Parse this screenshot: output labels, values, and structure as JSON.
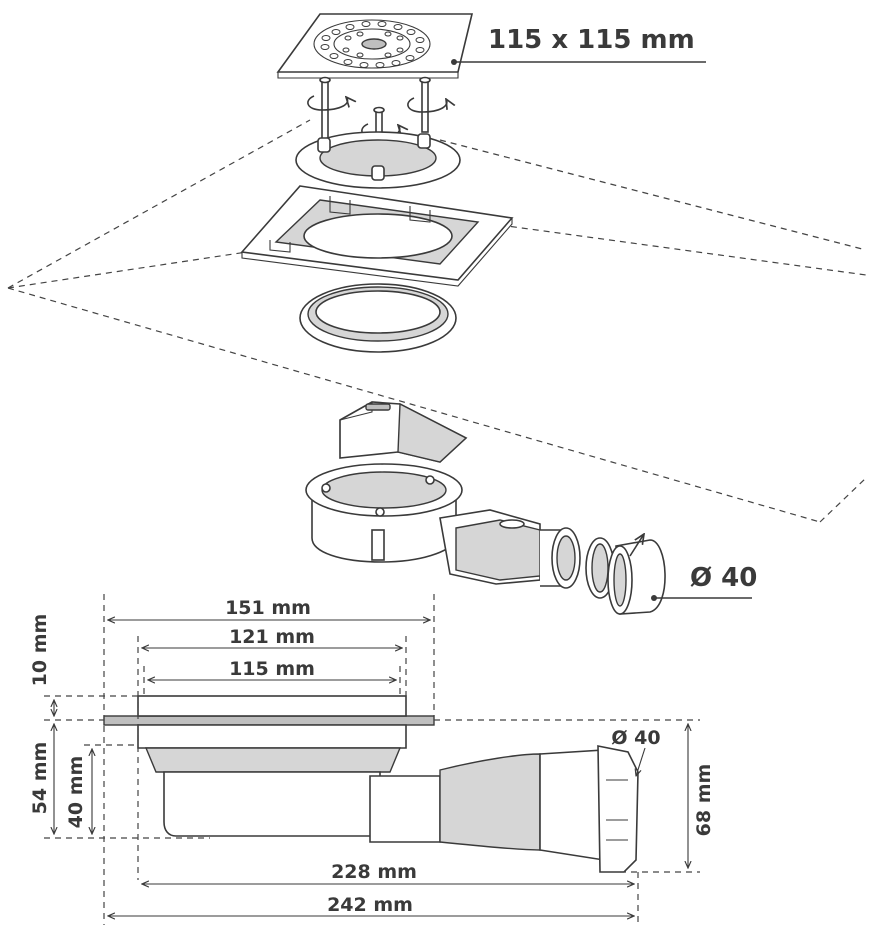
{
  "labels": {
    "grate_size": "115 x 115 mm",
    "outlet_top": "Ø 40",
    "outlet_side": "Ø 40",
    "dim_151": "151 mm",
    "dim_121": "121 mm",
    "dim_115": "115 mm",
    "dim_10": "10 mm",
    "dim_54": "54 mm",
    "dim_40": "40 mm",
    "dim_68": "68 mm",
    "dim_228": "228 mm",
    "dim_242": "242 mm"
  }
}
